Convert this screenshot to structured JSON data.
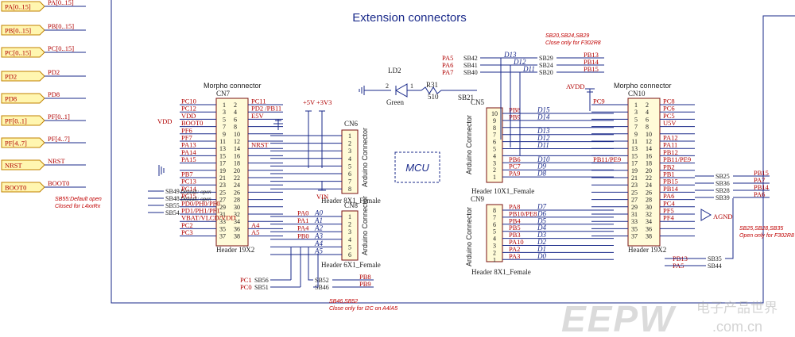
{
  "title": "Extension connectors",
  "mcu_label": "MCU",
  "port_labels": [
    {
      "flag": "PA[0..15]",
      "net": "PA[0..15]"
    },
    {
      "flag": "PB[0..15]",
      "net": "PB[0..15]"
    },
    {
      "flag": "PC[0..15]",
      "net": "PC[0..15]"
    },
    {
      "flag": "PD2",
      "net": "PD2"
    },
    {
      "flag": "PD8",
      "net": "PD8"
    },
    {
      "flag": "PF[0..1]",
      "net": "PF[0..1]"
    },
    {
      "flag": "PF[4..7]",
      "net": "PF[4..7]"
    },
    {
      "flag": "NRST",
      "net": "NRST"
    },
    {
      "flag": "BOOT0",
      "net": "BOOT0"
    }
  ],
  "cn7": {
    "ref": "CN7",
    "title": "Morpho connector",
    "footer": "Header 19X2",
    "left_nets": [
      "PC10",
      "PC12",
      "VDD",
      "BOOT0",
      "PF6",
      "PF7",
      "PA13",
      "PA14",
      "PA15",
      "",
      "PB7",
      "PC13",
      "PC14",
      "PC15",
      "PD0/PH0/PF0",
      "PD1/PH1/PF1",
      "VBAT/VLCD/VDD",
      "PC2",
      "PC3"
    ],
    "right_nets": [
      "PC11",
      "PD2 /PB11",
      "E5V",
      "",
      "",
      "",
      "NRST",
      "",
      "",
      "",
      "",
      "",
      "",
      "",
      "",
      "",
      "",
      "A4",
      "A5"
    ]
  },
  "cn10": {
    "ref": "CN10",
    "title": "Morpho connector",
    "footer": "Header 19X2",
    "left_nets": [
      "PC9",
      "",
      "",
      "",
      "",
      "",
      "",
      "",
      "PB11/PE9",
      "",
      "",
      "",
      "",
      "",
      "",
      "",
      "",
      "",
      ""
    ],
    "right_nets": [
      "PC8",
      "PC6",
      "PC5",
      "U5V",
      "",
      "PA12",
      "PA11",
      "PB12",
      "PB11/PE9",
      "PB2",
      "PB1",
      "PB15",
      "PB14",
      "PA6",
      "PC4",
      "PF5",
      "PF4",
      "",
      ""
    ]
  },
  "cn6": {
    "ref": "CN6",
    "name": "Arduino Connector",
    "footer": "Header 8X1_Female",
    "pins": [
      "1",
      "2",
      "3",
      "4",
      "5",
      "6",
      "7",
      "8"
    ],
    "vin": "VIN"
  },
  "cn8": {
    "ref": "CN8",
    "name": "Arduino Connector",
    "footer": "Header 6X1_Female",
    "pins": [
      "1",
      "2",
      "3",
      "4",
      "5",
      "6"
    ],
    "nets": [
      "PA0",
      "PA1",
      "PA4",
      "PB0",
      "",
      ""
    ],
    "sigs": [
      "A0",
      "A1",
      "A2",
      "A3",
      "A4",
      "A5"
    ]
  },
  "cn5": {
    "ref": "CN5",
    "name": "Arduino Connector",
    "footer": "Header 10X1_Female",
    "pins": [
      "10",
      "9",
      "8",
      "7",
      "6",
      "5",
      "4",
      "3",
      "2",
      "1"
    ],
    "nets": [
      "PB8",
      "PB9",
      "",
      "",
      "",
      "",
      "",
      "PB6",
      "PC7",
      "PA9"
    ],
    "sigs": [
      "D15",
      "D14",
      "",
      "D13",
      "D12",
      "D11",
      "",
      "D10",
      "D9",
      "D8"
    ]
  },
  "cn9": {
    "ref": "CN9",
    "name": "Arduino Connector",
    "footer": "Header 8X1_Female",
    "pins": [
      "8",
      "7",
      "6",
      "5",
      "4",
      "3",
      "2",
      "1"
    ],
    "nets": [
      "PA8",
      "PB10/PE8",
      "PB4",
      "PB5",
      "PB3",
      "PA10",
      "PA2",
      "PA3"
    ],
    "sigs": [
      "D7",
      "D6",
      "D5",
      "D4",
      "D3",
      "D2",
      "D1",
      "D0"
    ]
  },
  "power": {
    "v5": "+5V",
    "v33": "+3V3",
    "avdd": "AVDD",
    "agnd": "AGND",
    "vin": "VIN",
    "vdd": "VDD",
    "e5v": "E5V",
    "u5v": "U5V"
  },
  "led": {
    "ref": "LD2",
    "color": "Green",
    "res_ref": "R31",
    "res_val": "510",
    "pin2": "2",
    "pin1": "1",
    "bridge": "SB21"
  },
  "top_bridges": [
    {
      "net": "PA5",
      "sb": "SB42"
    },
    {
      "net": "PA6",
      "sb": "SB41"
    },
    {
      "net": "PA7",
      "sb": "SB40"
    }
  ],
  "top_right_bridges": [
    {
      "sb": "SB29",
      "net": "PB13"
    },
    {
      "sb": "SB24",
      "net": "PB14"
    },
    {
      "sb": "SB20",
      "net": "PB15"
    }
  ],
  "top_sigs": [
    "D13",
    "D12",
    "D11"
  ],
  "right_bridges": [
    {
      "sb": "SB25",
      "net": "PB15"
    },
    {
      "sb": "SB36",
      "net": "PA7"
    },
    {
      "sb": "SB28",
      "net": "PB14"
    },
    {
      "sb": "SB39",
      "net": "PA6"
    }
  ],
  "bottom_right_bridges": [
    {
      "net": "PB13",
      "sb": "SB35"
    },
    {
      "net": "PA5",
      "sb": "SB44"
    }
  ],
  "left_bridges": [
    {
      "sb": "SB49",
      "note": "Default: open"
    },
    {
      "sb": "SB48",
      "note": "Default: open"
    },
    {
      "sb": "SB55",
      "note": ""
    },
    {
      "sb": "SB54",
      "note": ""
    }
  ],
  "bottom_left_bridges": [
    {
      "net": "PC1",
      "sb": "SB56"
    },
    {
      "net": "PC0",
      "sb": "SB51"
    }
  ],
  "bottom_mid_bridges": [
    {
      "sb": "SB52",
      "net": "PB8"
    },
    {
      "sb": "SB46",
      "net": "PB9"
    }
  ],
  "notes": {
    "top": [
      "SB20,SB24,SB29",
      "Close only for F302R8"
    ],
    "left": [
      "SB55:Default open",
      "Closed for L4xxRx"
    ],
    "bottom": [
      "SB46,SB52",
      "Close only for I2C on A4/A5"
    ],
    "right": [
      "SB25,SB28,SB35",
      "Open only for F302R8"
    ]
  },
  "watermark": {
    "logo": "EEPW",
    "cn": "电子产品世界",
    "url": ".com.cn"
  }
}
